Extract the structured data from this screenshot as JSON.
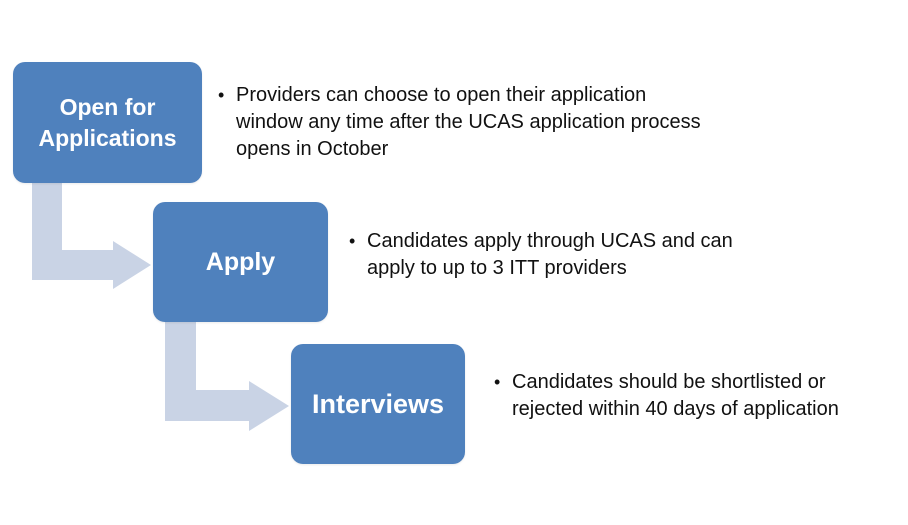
{
  "steps": [
    {
      "title": "Open for Applications",
      "description": "Providers can choose to open their application window any time after the UCAS application process opens in October"
    },
    {
      "title": "Apply",
      "description": "Candidates apply through UCAS and can apply to up to 3 ITT providers"
    },
    {
      "title": "Interviews",
      "description": "Candidates should be shortlisted or rejected within 40 days of application"
    }
  ],
  "colors": {
    "box": "#4f81bd",
    "arrow": "#c9d3e5",
    "text": "#111111",
    "box_text": "#ffffff"
  },
  "bullet_glyph": "•"
}
